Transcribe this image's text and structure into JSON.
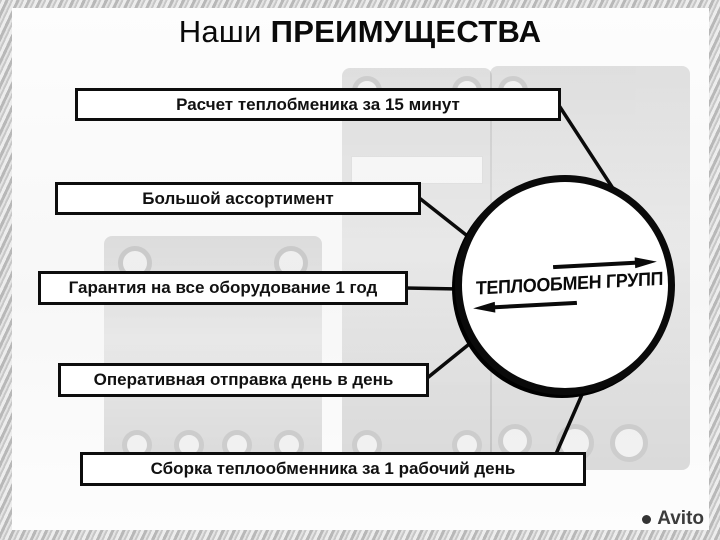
{
  "title": {
    "prefix": "Наши",
    "emphasis": "ПРЕИМУЩЕСТВА"
  },
  "advantages": [
    "Расчет теплобменика за 15 минут",
    "Большой ассортимент",
    "Гарантия на все оборудование 1 год",
    "Оперативная отправка день в день",
    "Сборка теплообменника за 1 рабочий день"
  ],
  "logo": {
    "name": "ТЕПЛООБМЕН ГРУПП"
  },
  "watermark": {
    "label": "Avito"
  },
  "colors": {
    "box_border": "#0d0d0d",
    "background": "#ffffff",
    "stripe": "#c7c7c7",
    "text": "#111111"
  }
}
